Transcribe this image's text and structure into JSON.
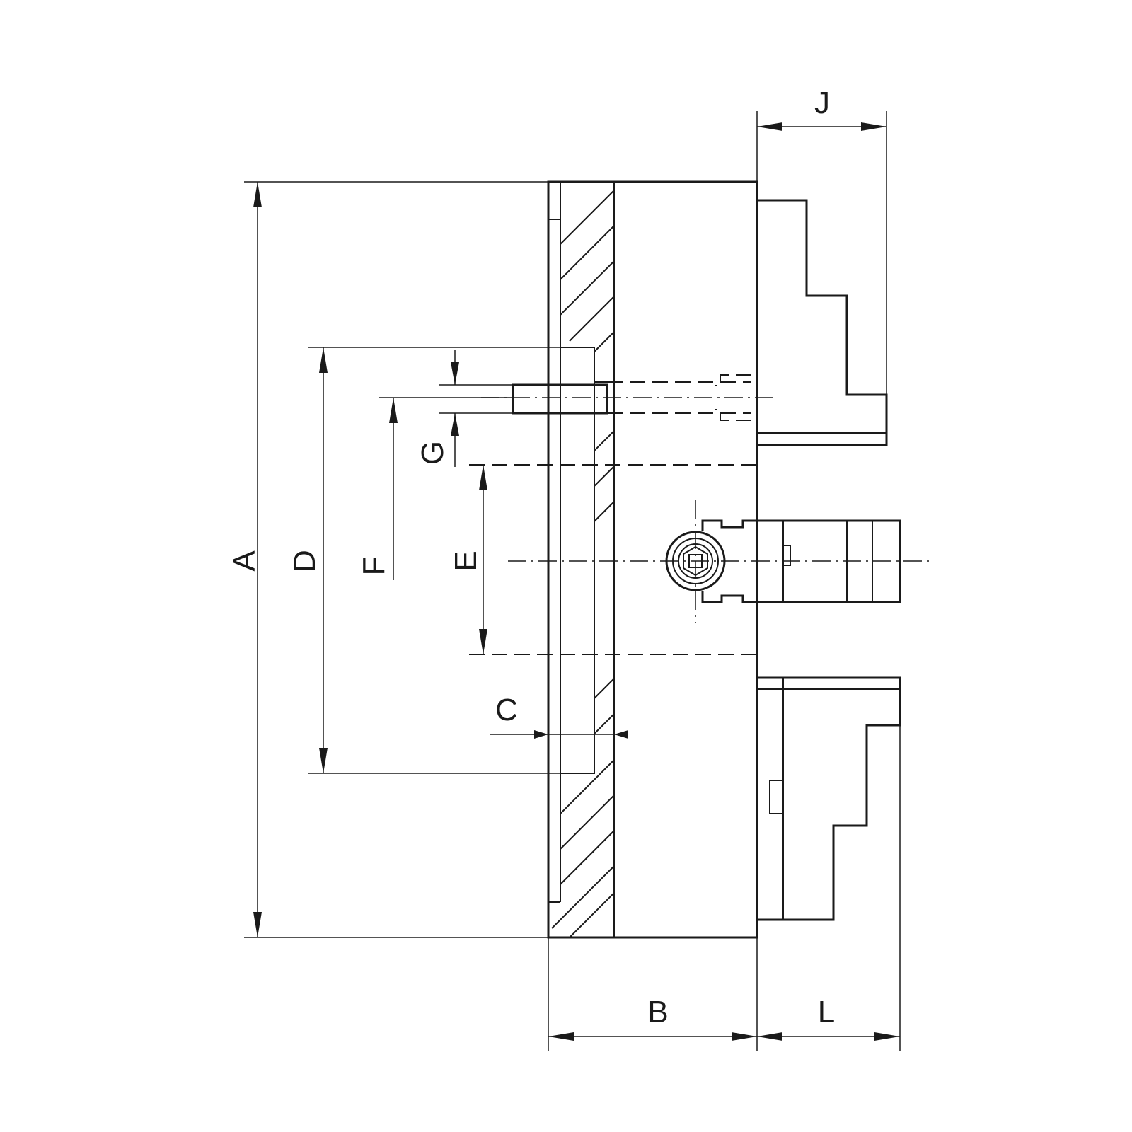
{
  "dimension_labels": {
    "A": "A",
    "B": "B",
    "C": "C",
    "D": "D",
    "E": "E",
    "F": "F",
    "G": "G",
    "J": "J",
    "L": "L"
  }
}
